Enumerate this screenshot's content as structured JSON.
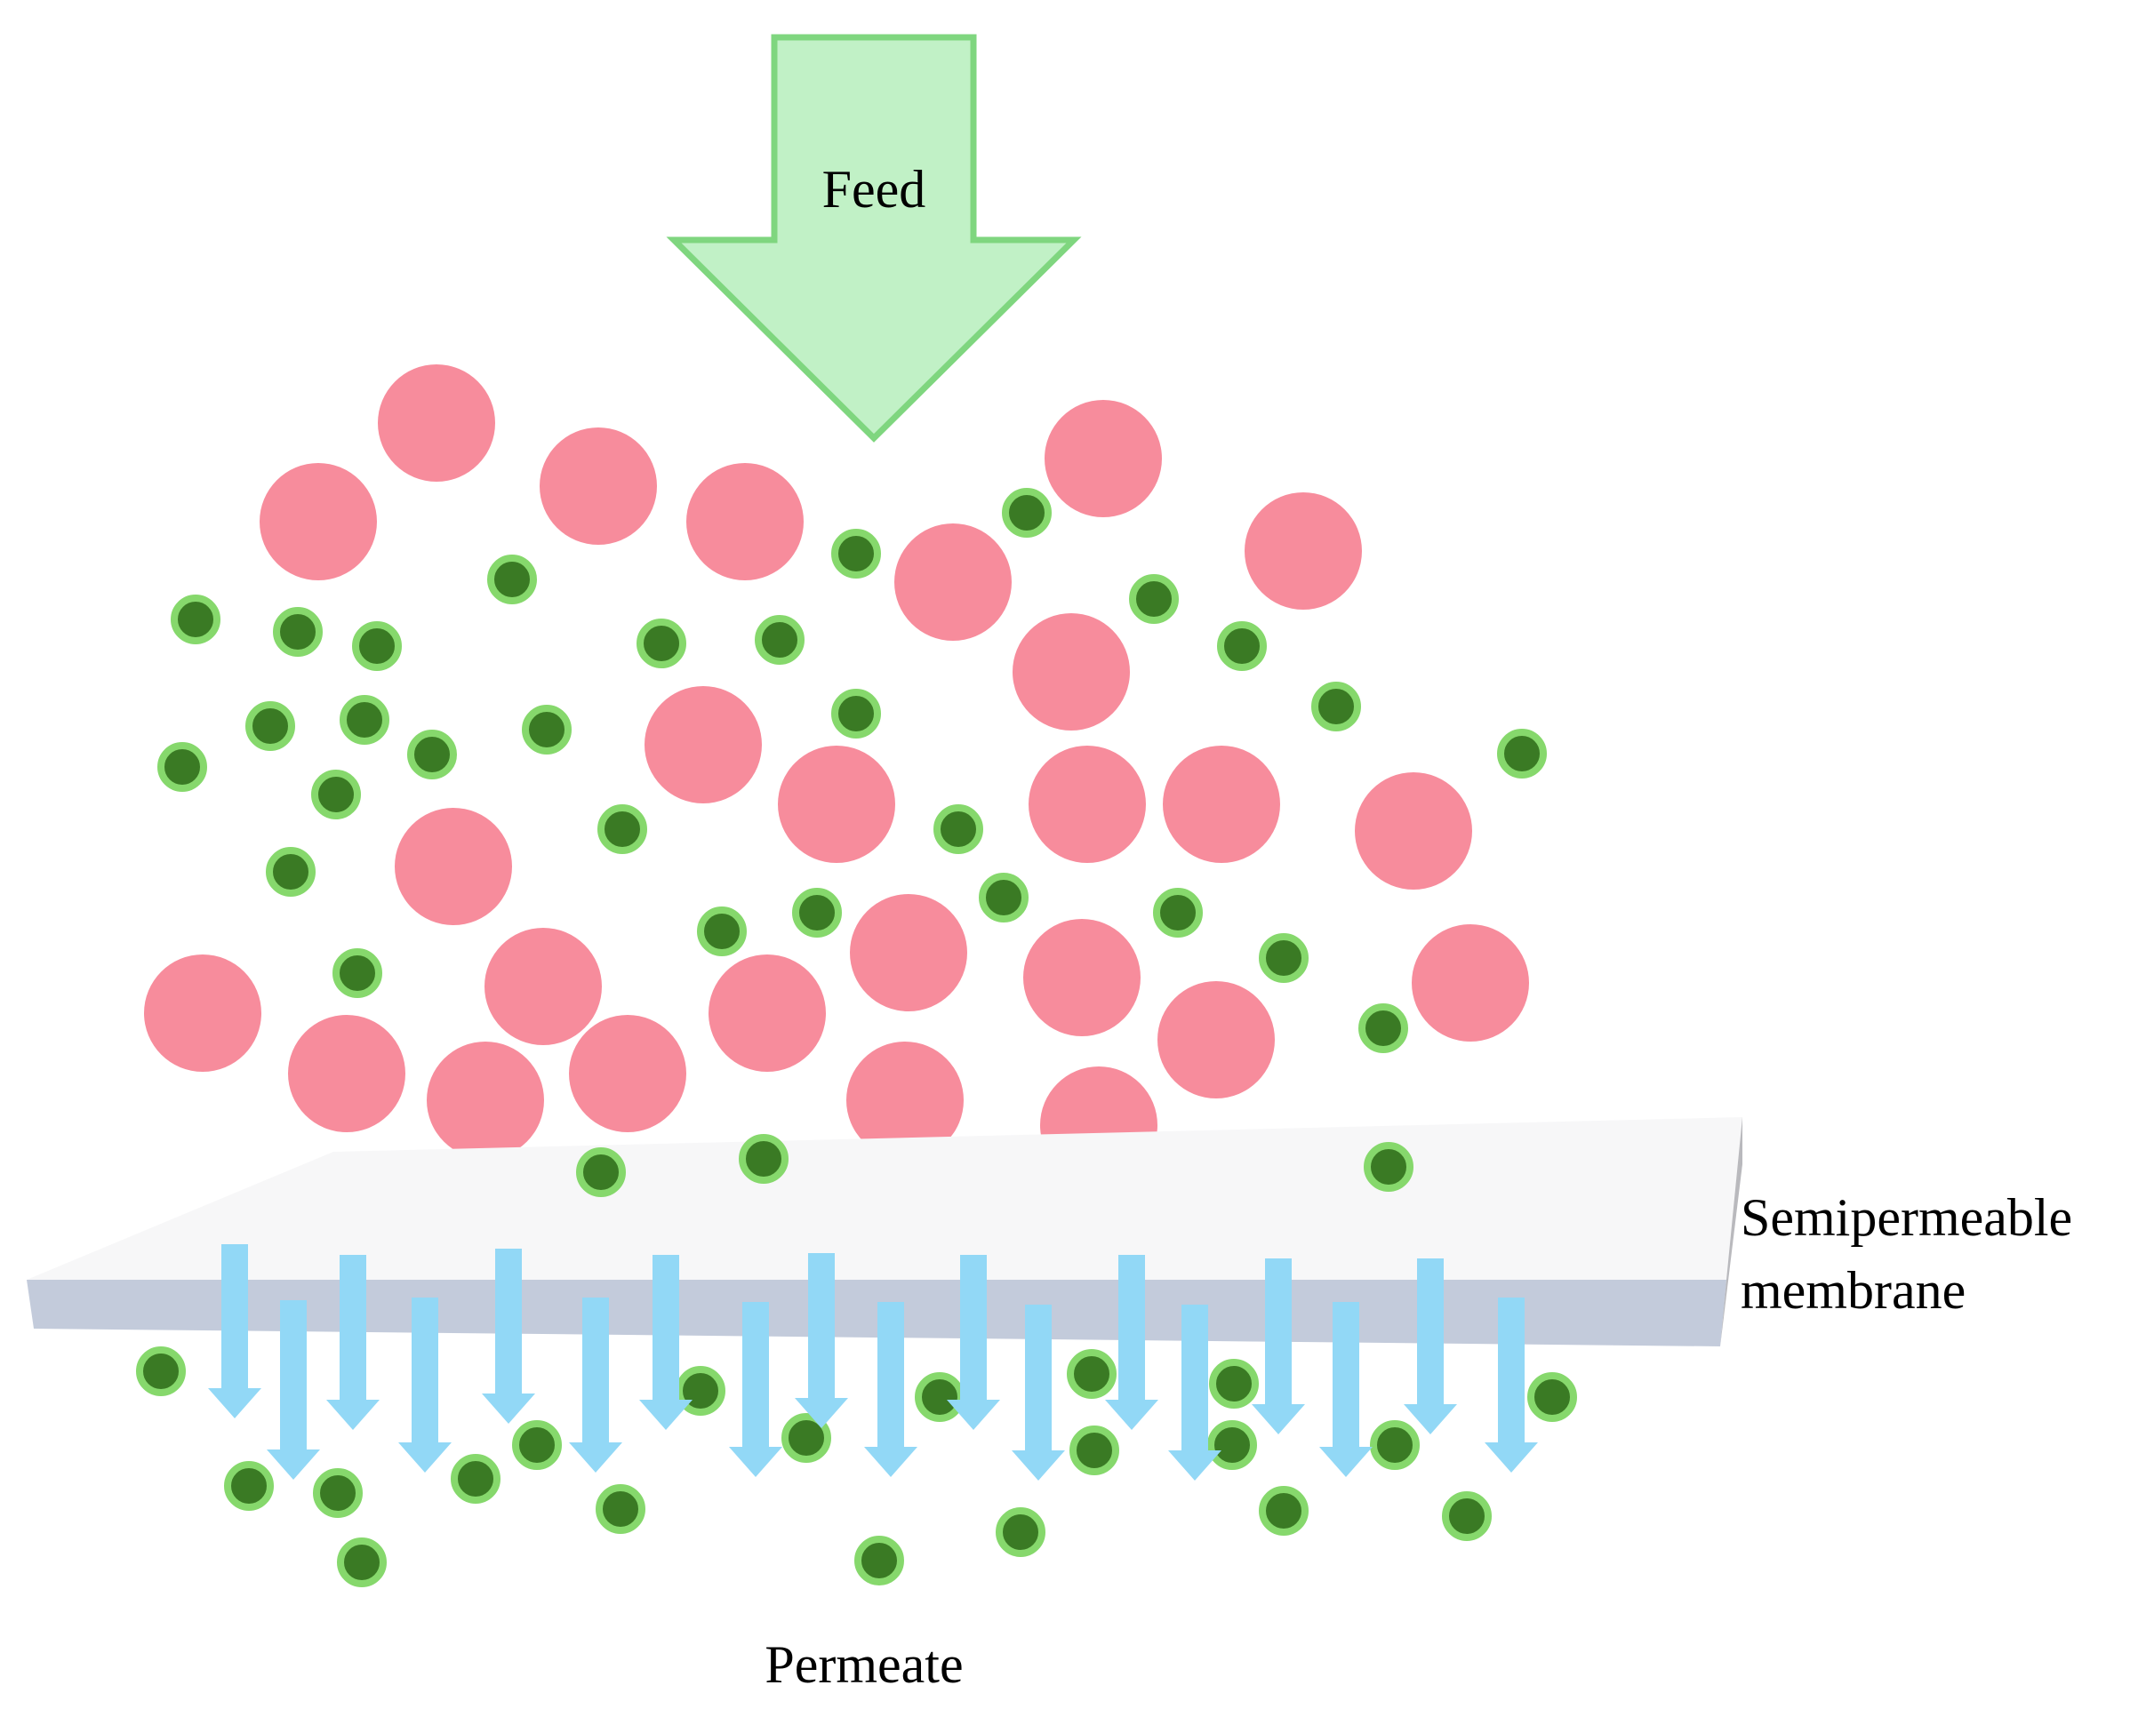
{
  "labels": {
    "feed": "Feed",
    "membrane_line1": "Semipermeable",
    "membrane_line2": "membrane",
    "permeate": "Permeate"
  },
  "colors": {
    "feed_arrow_fill": "#c1f1c6",
    "feed_arrow_stroke": "#7fd67f",
    "large_particle": "#f78c9c",
    "small_particle_core": "#3a7a24",
    "small_particle_ring": "#86d86c",
    "membrane_top": "#f7f7f8",
    "membrane_front": "#c3cbdb",
    "membrane_side": "#b9b9bd",
    "flow_arrow": "#92d8f6"
  },
  "icons": {
    "feed": "down-arrow-icon",
    "flow": "down-arrow-icon"
  }
}
